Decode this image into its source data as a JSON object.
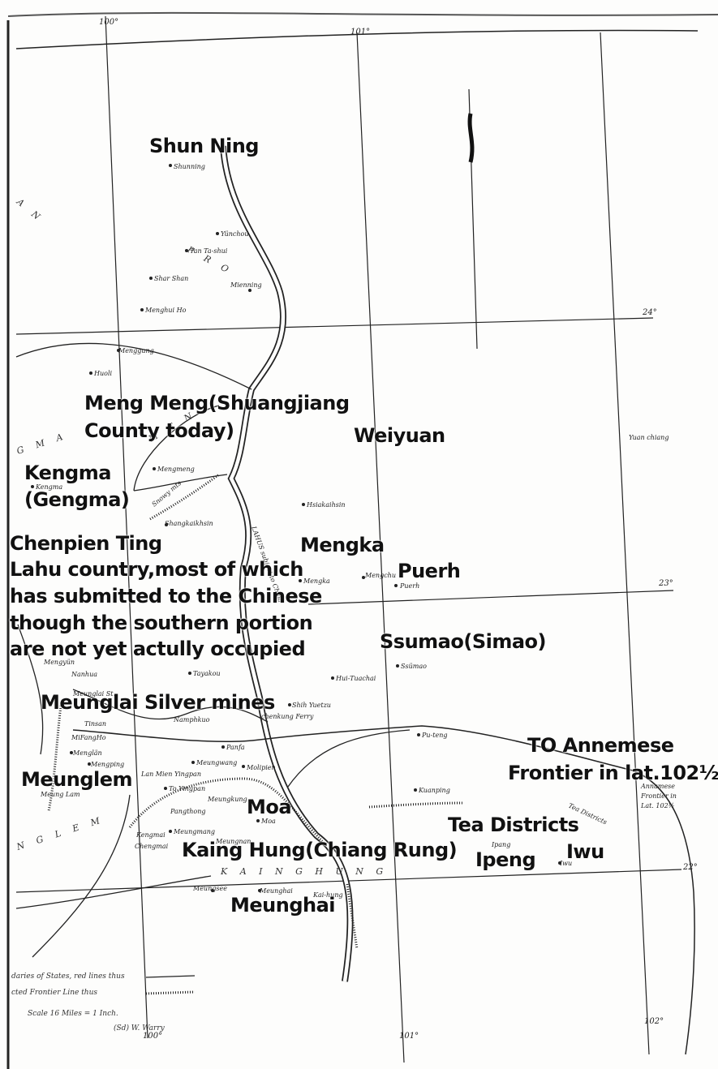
{
  "overlay_labels": {
    "shun_ning": "Shun Ning",
    "meng_meng_1": "Meng Meng(Shuangjiang",
    "meng_meng_2": "County today)",
    "weiyuan": "Weiyuan",
    "kengma_1": "Kengma",
    "kengma_2": "(Gengma)",
    "chenpien_1": "Chenpien Ting",
    "chenpien_2": "Lahu country,most of which",
    "chenpien_3": "has submitted to the Chinese",
    "chenpien_4": "though the southern portion",
    "chenpien_5": "are not yet actully occupied",
    "mengka": "Mengka",
    "puerh": "Puerh",
    "ssumao": "Ssumao(Simao)",
    "meunglai": "Meunglai Silver mines",
    "annemese_1": "TO Annemese",
    "annemese_2": "Frontier in lat.102½",
    "meunglem": "Meunglem",
    "moa": "Moa",
    "tea_districts": "Tea Districts",
    "kaing_hung": "Kaing Hung(Chiang Rung)",
    "ipeng": "Ipeng",
    "iwu": "Iwu",
    "meunghai": "Meunghai"
  },
  "graticule": {
    "lon_100": "100°",
    "lon_101_top": "101°",
    "lon_101_bottom": "101°",
    "lon_100_bottom": "100°",
    "lon_102": "102°",
    "lat_24": "24°",
    "lat_23": "23°",
    "lat_22": "22°"
  },
  "map_text": {
    "shunning": "Shunning",
    "yunchou": "Yünchou",
    "tanta_shui": "Tan Ta-shui",
    "shar_shan": "Shar Shan",
    "mienning": "Mienning",
    "menghuiho": "Menghui Ho",
    "menggung": "Menggung",
    "huoli": "Huoli",
    "mengmeng": "Mengmeng",
    "kengma_small": "Kengma",
    "shangkaikhsin": "Shangkaikhsin",
    "hsiakaihsin": "Hsiakaihsin",
    "yuanchiang": "Yuan chiang",
    "mengka_small": "Mengka",
    "mengchu": "Mengchu",
    "puerh_small": "Puerh",
    "ssumao_small": "Ssümao",
    "menglien": "Mengyün",
    "nanhua": "Nanhua",
    "tayakou": "Tayakou",
    "huichachai": "Hui-Tuachai",
    "meunglai_small": "Meunglai St.",
    "shih_yuetzu": "Shih Yuetzu",
    "chenkung_ferry": "chenkung Ferry",
    "namphkuo": "Namphkuo",
    "tinsan": "Tinsan",
    "mifangho": "MiFangHo",
    "menglan": "Menglän",
    "mengping": "Mengping",
    "puteng": "Pu-teng",
    "panfa": "Panfa",
    "meungwang": "Meungwang",
    "molipien": "Molipien",
    "lanmien": "Lan Mien Yingpan",
    "toyingpan": "To Yingpan",
    "meunglam": "Meung Lam",
    "meungkung": "Meungkung",
    "kuanping": "Kuanping",
    "pangthong": "Pangthong",
    "moa_small": "Moa",
    "kengmai": "Kengmai",
    "chengmai": "Chengmai",
    "meungmang": "Meungmang",
    "neungnan": "Meungnan",
    "ipang_small": "Ipang",
    "iwu_small": "Iwu",
    "annamese_small_1": "Annamese",
    "annamese_small_2": "Frontier in",
    "annamese_small_3": "Lat. 102½",
    "tea_small": "Tea Districts",
    "meungsee": "Meungsee",
    "meunghai_small": "Meunghai",
    "kaihung_small": "Kai-hung",
    "ainghung_spaced": "K A I N G H U N G",
    "nglem_spaced": "N G L E M",
    "gma_spaced": "G M A",
    "a_n_spaced": "A N",
    "p_r_o_spaced": "P R O",
    "meng_spaced": "M E N",
    "lahu_label": "LAHUS subject to China",
    "snowy_mts": "Snowy mts",
    "legend_boundaries": "daries of States, red lines thus",
    "legend_frontier": "cted Frontier Line thus",
    "legend_scale": "Scale 16 Miles = 1 Inch.",
    "legend_signed": "(Sd) W. Warry"
  },
  "colors": {
    "paper": "#fdfdfc",
    "ink": "#111111"
  }
}
